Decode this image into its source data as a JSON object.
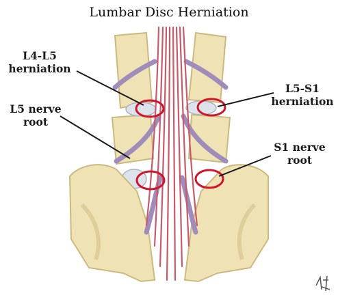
{
  "title": "Lumbar Disc Herniation",
  "labels": {
    "l4_l5": {
      "line1": "L4-L5",
      "line2": "herniation"
    },
    "l5_s1": {
      "line1": "L5-S1",
      "line2": "herniation"
    },
    "l5_root": {
      "line1": "L5 nerve",
      "line2": "root"
    },
    "s1_root": {
      "line1": "S1 nerve",
      "line2": "root"
    }
  },
  "colors": {
    "bone": "#efe2b4",
    "bone_shadow": "#cdb980",
    "disc": "#dce3ea",
    "nerve": "#c85a6a",
    "nerve_root": "#a08cbb",
    "marker": "#d0152b"
  }
}
